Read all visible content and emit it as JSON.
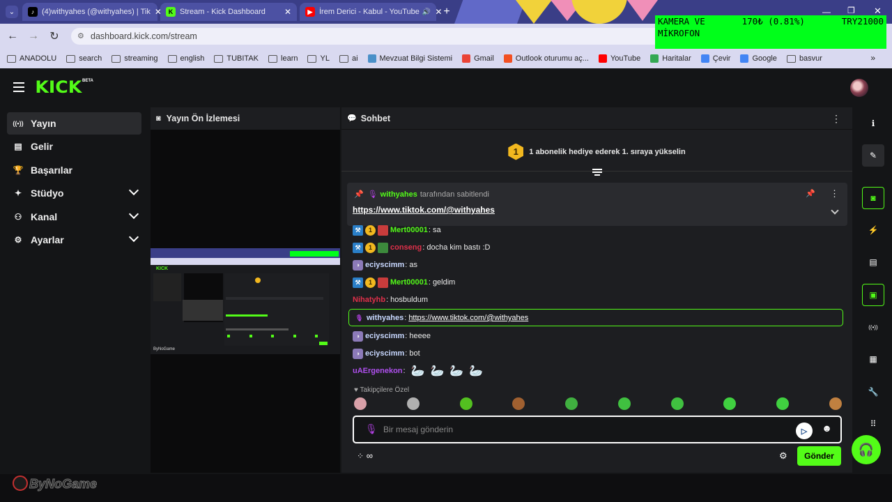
{
  "browser": {
    "tabs": [
      {
        "title": "(4)withyahes (@withyahes) | Tik",
        "favicon": "tiktok-icon",
        "color": "#000000",
        "active": false
      },
      {
        "title": "Stream - Kick Dashboard",
        "favicon": "kick-icon",
        "color": "#53fc18",
        "active": false
      },
      {
        "title": "İrem Derici - Kabul - YouTube",
        "favicon": "youtube-icon",
        "color": "#ff0000",
        "active": false
      }
    ],
    "url": "dashboard.kick.com/stream",
    "bookmarks": [
      {
        "label": "ANADOLU",
        "icon": "folder-icon"
      },
      {
        "label": "search",
        "icon": "folder-icon"
      },
      {
        "label": "streaming",
        "icon": "folder-icon"
      },
      {
        "label": "english",
        "icon": "folder-icon"
      },
      {
        "label": "TUBITAK",
        "icon": "folder-icon"
      },
      {
        "label": "learn",
        "icon": "folder-icon"
      },
      {
        "label": "YL",
        "icon": "folder-icon"
      },
      {
        "label": "ai",
        "icon": "folder-icon"
      },
      {
        "label": "Mevzuat Bilgi Sistemi",
        "icon": "mevzuat-icon"
      },
      {
        "label": "Gmail",
        "icon": "gmail-icon"
      },
      {
        "label": "Outlook oturumu aç...",
        "icon": "microsoft-icon"
      },
      {
        "label": "YouTube",
        "icon": "youtube-icon"
      },
      {
        "label": "Haritalar",
        "icon": "maps-icon"
      },
      {
        "label": "Çevir",
        "icon": "translate-icon"
      },
      {
        "label": "Google",
        "icon": "google-icon"
      },
      {
        "label": "basvur",
        "icon": "folder-icon"
      }
    ]
  },
  "overlay": {
    "line1_a": "KAMERA VE",
    "line1_b": "170₺ (0.81%)",
    "line1_c": "TRY21000",
    "line2": "MİKROFON"
  },
  "nav": {
    "logo": "KICK",
    "beta": "BETA"
  },
  "sidebar": {
    "items": [
      {
        "label": "Yayın",
        "icon": "broadcast-icon",
        "active": true,
        "expandable": false
      },
      {
        "label": "Gelir",
        "icon": "revenue-icon",
        "active": false,
        "expandable": false
      },
      {
        "label": "Başarılar",
        "icon": "trophy-icon",
        "active": false,
        "expandable": false
      },
      {
        "label": "Stüdyo",
        "icon": "studio-icon",
        "active": false,
        "expandable": true
      },
      {
        "label": "Kanal",
        "icon": "channel-icon",
        "active": false,
        "expandable": true
      },
      {
        "label": "Ayarlar",
        "icon": "gear-icon",
        "active": false,
        "expandable": true
      }
    ]
  },
  "preview": {
    "title": "Yayın Ön İzlemesi"
  },
  "chat": {
    "title": "Sohbet",
    "goal": {
      "coin": "1",
      "text": "1 abonelik hediye ederek 1. sıraya yükselin"
    },
    "pinned": {
      "user": "withyahes",
      "by_text": "tarafından sabitlendi",
      "link": "https://www.tiktok.com/@withyahes"
    },
    "messages": [
      {
        "user": "Mert00001",
        "color": "#53fc18",
        "text": ": sa",
        "badges": [
          "mod",
          "sub",
          "img"
        ]
      },
      {
        "user": "conseng",
        "color": "#e0304a",
        "text": ": docha kim bastı :D",
        "badges": [
          "mod",
          "sub",
          "img2"
        ]
      },
      {
        "user": "eciyscimm",
        "color": "#c8d8ff",
        "text": ": as",
        "badges": [
          "av"
        ]
      },
      {
        "user": "Mert00001",
        "color": "#53fc18",
        "text": ": geldim",
        "badges": [
          "mod",
          "sub",
          "img"
        ]
      },
      {
        "user": "Nihatyhb",
        "color": "#e0304a",
        "text": ": hosbuldum",
        "badges": []
      },
      {
        "user": "withyahes",
        "color": "#c8d8ff",
        "text": ": ",
        "link": "https://www.tiktok.com/@withyahes",
        "badges": [
          "mic"
        ],
        "highlight": true
      },
      {
        "user": "eciyscimm",
        "color": "#c8d8ff",
        "text": ": heeee",
        "badges": [
          "av"
        ]
      },
      {
        "user": "eciyscimm",
        "color": "#c8d8ff",
        "text": ": bot",
        "badges": [
          "av"
        ]
      },
      {
        "user": "uAErgenekon",
        "color": "#b050f0",
        "text": ":",
        "badges": [],
        "ducks": 4
      }
    ],
    "emote_label": "♥ Takipçilere Özel",
    "emote_colors": [
      "#d8a0a8",
      "#b0b0b0",
      "#53c020",
      "#a06030",
      "#40b040",
      "#40c040",
      "#40c040",
      "#40d040",
      "#40d040",
      "#c08040"
    ],
    "input_placeholder": "Bir mesaj gönderin",
    "send_label": "Gönder",
    "bottom_left": "∞"
  },
  "rail": {
    "buttons": [
      {
        "icon": "info-icon",
        "glyph": "ℹ"
      },
      {
        "icon": "edit-icon",
        "glyph": "✎"
      },
      {
        "icon": "preview-icon",
        "glyph": "◙"
      },
      {
        "icon": "lightning-icon",
        "glyph": "⚡"
      },
      {
        "icon": "document-icon",
        "glyph": "▤"
      },
      {
        "icon": "chat-icon",
        "glyph": "▣"
      },
      {
        "icon": "broadcast-icon",
        "glyph": "((•))"
      },
      {
        "icon": "layout-icon",
        "glyph": "▦"
      },
      {
        "icon": "wrench-icon",
        "glyph": "🔧"
      },
      {
        "icon": "share-icon",
        "glyph": "⠿"
      }
    ]
  },
  "watermark": "ByNoGame",
  "colors": {
    "kick_green": "#53fc18",
    "panel": "#1d1e21",
    "bg": "#141517"
  }
}
